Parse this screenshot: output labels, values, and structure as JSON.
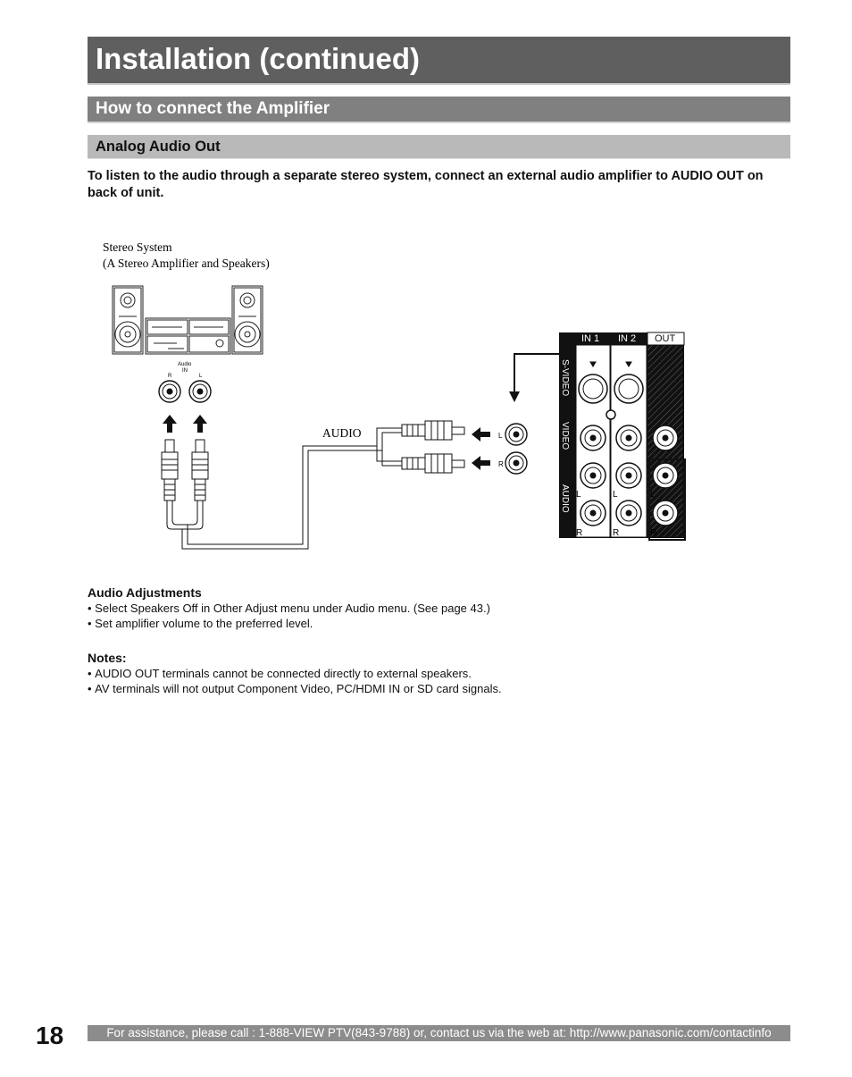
{
  "header": {
    "title": "Installation (continued)",
    "section": "How to connect the Amplifier",
    "subsection": "Analog Audio Out"
  },
  "intro": "To listen to the audio through a separate stereo system, connect an external audio amplifier to AUDIO OUT on back of unit.",
  "diagram": {
    "stereo_label_1": "Stereo System",
    "stereo_label_2": "(A Stereo Amplifier and Speakers)",
    "audio_in_1": "Audio",
    "audio_in_2": "IN",
    "audio_in_r": "R",
    "audio_in_l": "L",
    "cable_label": "AUDIO",
    "jack_l": "L",
    "jack_r": "R",
    "panel_in1": "IN 1",
    "panel_in2": "IN 2",
    "panel_out": "OUT",
    "panel_svideo": "S-VIDEO",
    "panel_video": "VIDEO",
    "panel_audio": "AUDIO",
    "panel_l": "L",
    "panel_r": "R"
  },
  "audio_adjustments": {
    "heading": "Audio Adjustments",
    "items": [
      "Select Speakers Off in Other Adjust menu under Audio menu. (See page 43.)",
      "Set amplifier volume to the preferred level."
    ]
  },
  "notes": {
    "heading": "Notes:",
    "items": [
      "AUDIO OUT terminals cannot be connected directly to external speakers.",
      "AV terminals will not output Component Video, PC/HDMI IN or SD card signals."
    ]
  },
  "footer": {
    "page_number": "18",
    "assistance": "For assistance, please call : 1-888-VIEW PTV(843-9788) or, contact us via the web at: http://www.panasonic.com/contactinfo"
  }
}
